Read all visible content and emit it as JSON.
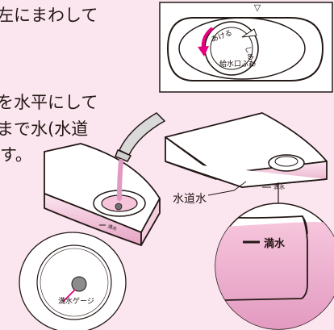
{
  "page": {
    "background": "#fbe6f0",
    "accent": "#e4007f",
    "line": "#231815"
  },
  "instructions": {
    "line1": "左にまわして",
    "line2": "を水平にして",
    "line3": "まで水(水道",
    "line4": "す。"
  },
  "cap_detail": {
    "label_open": "あける",
    "label_close": "しめる",
    "label_cap": "給水口ふた",
    "arrow_icon": "rotate-counterclockwise-icon"
  },
  "tank": {
    "label_tap_water": "水道水",
    "label_full_small": "満水",
    "label_full_large": "満水"
  },
  "gauge_detail": {
    "label": "満水ゲージ"
  }
}
